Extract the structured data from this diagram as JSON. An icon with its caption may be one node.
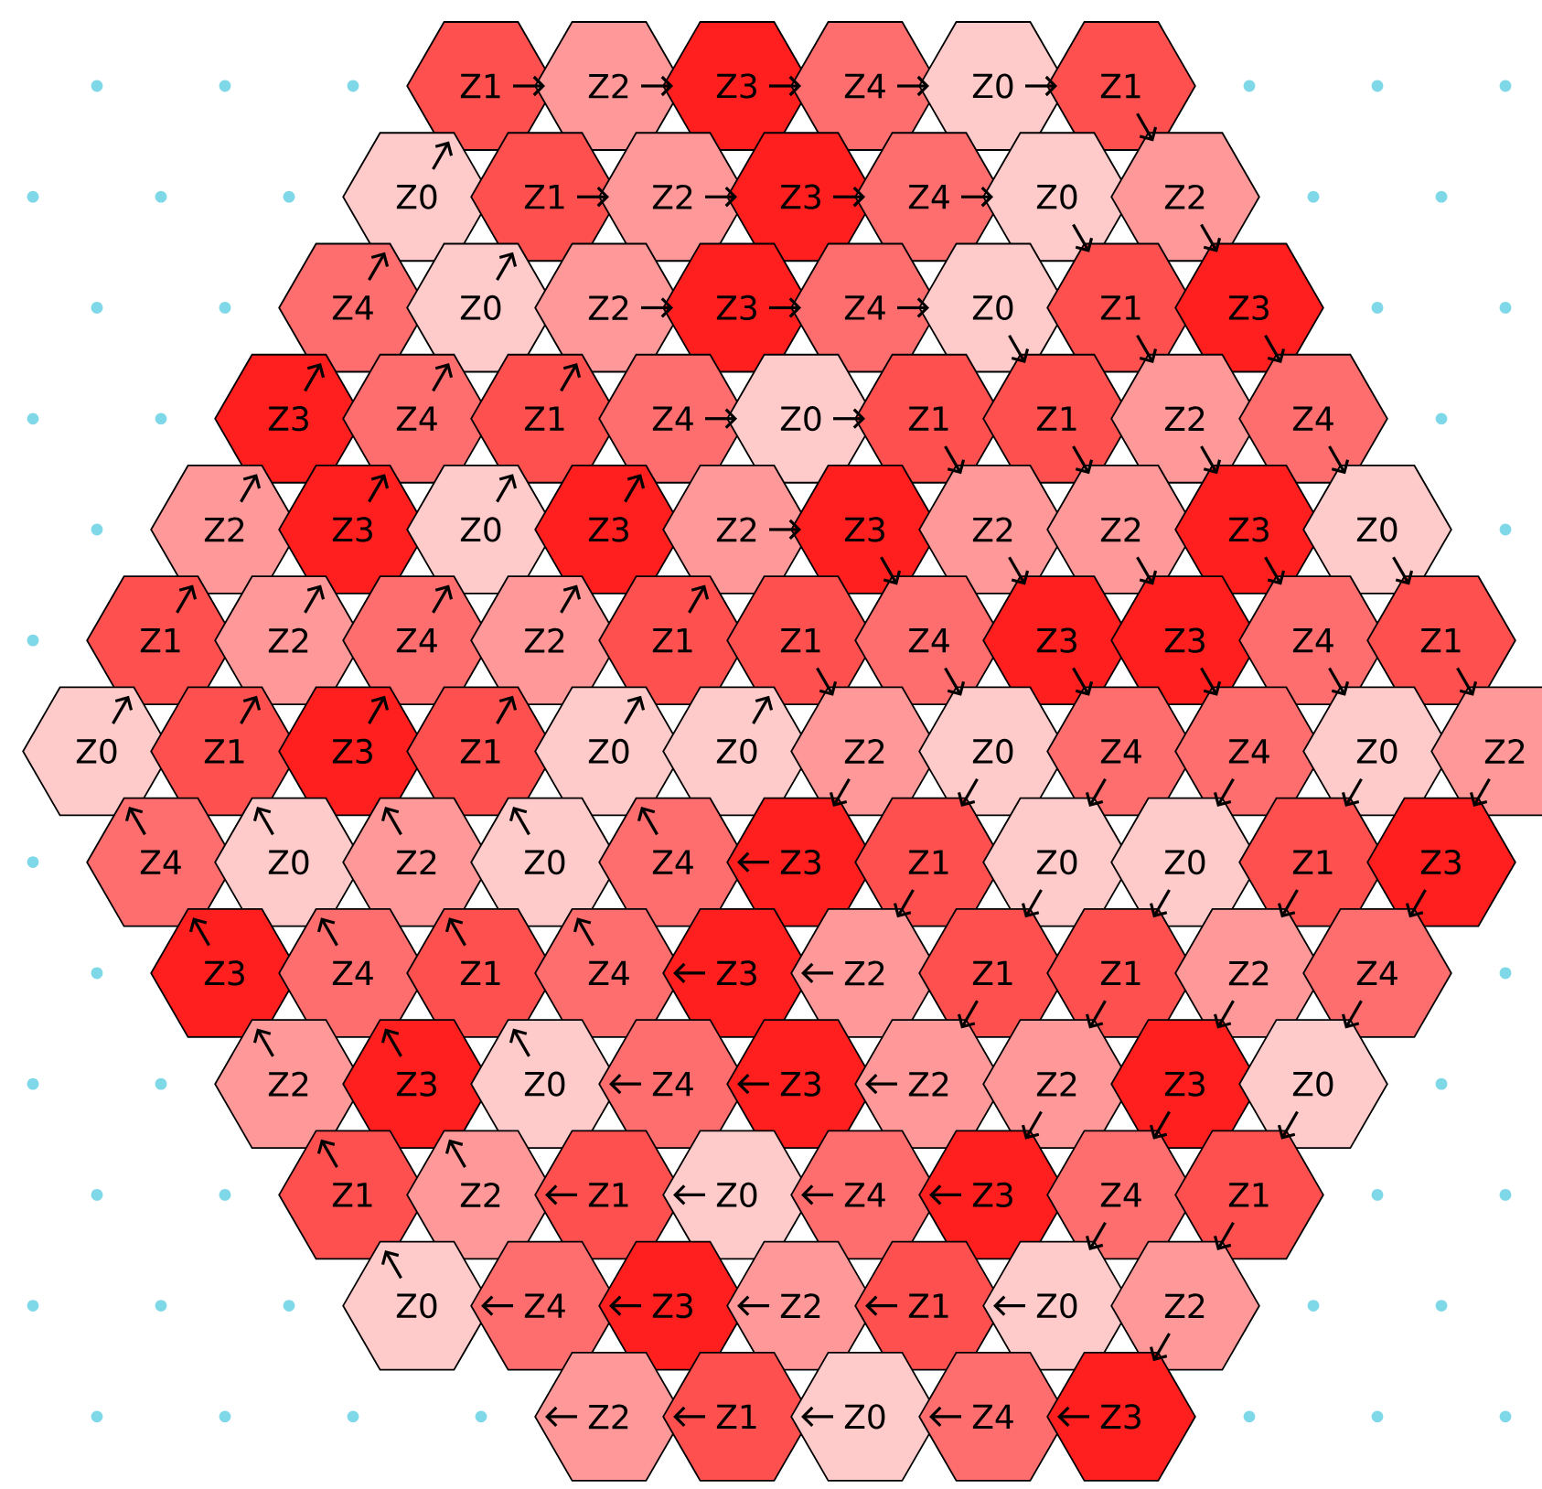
{
  "diagram": {
    "nodes": [
      {
        "text": [
          "Z1"
        ]
      },
      {
        "text": [
          "Z2"
        ]
      },
      {
        "text": [
          "Z3"
        ]
      },
      {
        "text": [
          "Z4"
        ]
      },
      {
        "text": [
          "Z0"
        ]
      },
      {
        "text": [
          "Z1"
        ]
      },
      {
        "text": [
          "Z0"
        ]
      },
      {
        "text": [
          "Z1"
        ]
      },
      {
        "text": [
          "Z2"
        ]
      },
      {
        "text": [
          "Z3"
        ]
      },
      {
        "text": [
          "Z4"
        ]
      },
      {
        "text": [
          "Z0"
        ]
      },
      {
        "text": [
          "Z2"
        ]
      },
      {
        "text": [
          "Z4"
        ]
      },
      {
        "text": [
          "Z0"
        ]
      },
      {
        "text": [
          "Z2"
        ]
      },
      {
        "text": [
          "Z3"
        ]
      },
      {
        "text": [
          "Z4"
        ]
      },
      {
        "text": [
          "Z0"
        ]
      },
      {
        "text": [
          "Z1"
        ]
      },
      {
        "text": [
          "Z3"
        ]
      },
      {
        "text": [
          "Z3"
        ]
      },
      {
        "text": [
          "Z4"
        ]
      },
      {
        "text": [
          "Z1"
        ]
      },
      {
        "text": [
          "Z4"
        ]
      },
      {
        "text": [
          "Z0"
        ]
      },
      {
        "text": [
          "Z1"
        ]
      },
      {
        "text": [
          "Z1"
        ]
      },
      {
        "text": [
          "Z2"
        ]
      },
      {
        "text": [
          "Z4"
        ]
      },
      {
        "text": [
          "Z2"
        ]
      },
      {
        "text": [
          "Z3"
        ]
      },
      {
        "text": [
          "Z0"
        ]
      },
      {
        "text": [
          "Z3"
        ]
      },
      {
        "text": [
          "Z2"
        ]
      },
      {
        "text": [
          "Z3"
        ]
      },
      {
        "text": [
          "Z2"
        ]
      },
      {
        "text": [
          "Z2"
        ]
      },
      {
        "text": [
          "Z3"
        ]
      },
      {
        "text": [
          "Z0"
        ]
      },
      {
        "text": [
          "Z1"
        ]
      },
      {
        "text": [
          "Z2"
        ]
      },
      {
        "text": [
          "Z4"
        ]
      },
      {
        "text": [
          "Z2"
        ]
      },
      {
        "text": [
          "Z1"
        ]
      },
      {
        "text": [
          "Z1"
        ]
      },
      {
        "text": [
          "Z4"
        ]
      },
      {
        "text": [
          "Z3"
        ]
      },
      {
        "text": [
          "Z3"
        ]
      },
      {
        "text": [
          "Z4"
        ]
      },
      {
        "text": [
          "Z1"
        ]
      },
      {
        "text": [
          "Z0"
        ]
      },
      {
        "text": [
          "Z1"
        ]
      },
      {
        "text": [
          "Z3"
        ]
      },
      {
        "text": [
          "Z1"
        ]
      },
      {
        "text": [
          "Z0"
        ]
      },
      {
        "text": [
          "Z0"
        ]
      },
      {
        "text": [
          "Z2"
        ]
      },
      {
        "text": [
          "Z0"
        ]
      },
      {
        "text": [
          "Z4"
        ]
      },
      {
        "text": [
          "Z4"
        ]
      },
      {
        "text": [
          "Z0"
        ]
      },
      {
        "text": [
          "Z2"
        ]
      },
      {
        "text": [
          "Z4"
        ]
      },
      {
        "text": [
          "Z0"
        ]
      },
      {
        "text": [
          "Z2"
        ]
      },
      {
        "text": [
          "Z0"
        ]
      },
      {
        "text": [
          "Z4"
        ]
      },
      {
        "text": [
          "Z3"
        ]
      },
      {
        "text": [
          "Z1"
        ]
      },
      {
        "text": [
          "Z0"
        ]
      },
      {
        "text": [
          "Z0"
        ]
      },
      {
        "text": [
          "Z1"
        ]
      },
      {
        "text": [
          "Z3"
        ]
      },
      {
        "text": [
          "Z3"
        ]
      },
      {
        "text": [
          "Z4"
        ]
      },
      {
        "text": [
          "Z1"
        ]
      },
      {
        "text": [
          "Z4"
        ]
      },
      {
        "text": [
          "Z3"
        ]
      },
      {
        "text": [
          "Z2"
        ]
      },
      {
        "text": [
          "Z1"
        ]
      },
      {
        "text": [
          "Z1"
        ]
      },
      {
        "text": [
          "Z2"
        ]
      },
      {
        "text": [
          "Z4"
        ]
      },
      {
        "text": [
          "Z2"
        ]
      },
      {
        "text": [
          "Z3"
        ]
      },
      {
        "text": [
          "Z0"
        ]
      },
      {
        "text": [
          "Z4"
        ]
      },
      {
        "text": [
          "Z3"
        ]
      },
      {
        "text": [
          "Z2"
        ]
      },
      {
        "text": [
          "Z2"
        ]
      },
      {
        "text": [
          "Z3"
        ]
      },
      {
        "text": [
          "Z0"
        ]
      },
      {
        "text": [
          "Z1"
        ]
      },
      {
        "text": [
          "Z2"
        ]
      },
      {
        "text": [
          "Z1"
        ]
      },
      {
        "text": [
          "Z0"
        ]
      },
      {
        "text": [
          "Z4"
        ]
      },
      {
        "text": [
          "Z3"
        ]
      },
      {
        "text": [
          "Z4"
        ]
      },
      {
        "text": [
          "Z1"
        ]
      },
      {
        "text": [
          "Z0"
        ]
      },
      {
        "text": [
          "Z4"
        ]
      },
      {
        "text": [
          "Z3"
        ]
      },
      {
        "text": [
          "Z2"
        ]
      },
      {
        "text": [
          "Z1"
        ]
      },
      {
        "text": [
          "Z0"
        ]
      },
      {
        "text": [
          "Z2"
        ]
      },
      {
        "text": [
          "Z2"
        ]
      },
      {
        "text": [
          "Z1"
        ]
      },
      {
        "text": [
          "Z0"
        ]
      },
      {
        "text": [
          "Z4"
        ]
      },
      {
        "text": [
          "Z3"
        ]
      }
    ],
    "edges": [
      {
        "from": 0,
        "to": 1,
        "arrow": "to"
      },
      {
        "from": 1,
        "to": 2,
        "arrow": "to"
      },
      {
        "from": 2,
        "to": 3,
        "arrow": "to"
      },
      {
        "from": 3,
        "to": 4,
        "arrow": "to"
      },
      {
        "from": 4,
        "to": 5,
        "arrow": "to"
      },
      {
        "from": 5,
        "to": 12,
        "arrow": "to"
      },
      {
        "from": 6,
        "to": 0,
        "arrow": "to"
      },
      {
        "from": 7,
        "to": 8,
        "arrow": "to"
      },
      {
        "from": 8,
        "to": 9,
        "arrow": "to"
      },
      {
        "from": 9,
        "to": 10,
        "arrow": "to"
      },
      {
        "from": 10,
        "to": 11,
        "arrow": "to"
      },
      {
        "from": 11,
        "to": 19,
        "arrow": "to"
      },
      {
        "from": 12,
        "to": 20,
        "arrow": "to"
      },
      {
        "from": 13,
        "to": 6,
        "arrow": "to"
      },
      {
        "from": 14,
        "to": 7,
        "arrow": "to"
      },
      {
        "from": 15,
        "to": 16,
        "arrow": "to"
      },
      {
        "from": 16,
        "to": 17,
        "arrow": "to"
      },
      {
        "from": 17,
        "to": 18,
        "arrow": "to"
      },
      {
        "from": 18,
        "to": 27,
        "arrow": "to"
      },
      {
        "from": 19,
        "to": 28,
        "arrow": "to"
      },
      {
        "from": 20,
        "to": 29,
        "arrow": "to"
      },
      {
        "from": 21,
        "to": 13,
        "arrow": "to"
      },
      {
        "from": 22,
        "to": 14,
        "arrow": "to"
      },
      {
        "from": 23,
        "to": 15,
        "arrow": "to"
      },
      {
        "from": 24,
        "to": 25,
        "arrow": "to"
      },
      {
        "from": 25,
        "to": 26,
        "arrow": "to"
      },
      {
        "from": 26,
        "to": 36,
        "arrow": "to"
      },
      {
        "from": 27,
        "to": 37,
        "arrow": "to"
      },
      {
        "from": 28,
        "to": 38,
        "arrow": "to"
      },
      {
        "from": 29,
        "to": 39,
        "arrow": "to"
      },
      {
        "from": 30,
        "to": 21,
        "arrow": "to"
      },
      {
        "from": 31,
        "to": 22,
        "arrow": "to"
      },
      {
        "from": 32,
        "to": 23,
        "arrow": "to"
      },
      {
        "from": 33,
        "to": 24,
        "arrow": "to"
      },
      {
        "from": 34,
        "to": 35,
        "arrow": "to"
      },
      {
        "from": 35,
        "to": 46,
        "arrow": "to"
      },
      {
        "from": 36,
        "to": 47,
        "arrow": "to"
      },
      {
        "from": 37,
        "to": 48,
        "arrow": "to"
      },
      {
        "from": 38,
        "to": 49,
        "arrow": "to"
      },
      {
        "from": 39,
        "to": 50,
        "arrow": "to"
      },
      {
        "from": 40,
        "to": 30,
        "arrow": "to"
      },
      {
        "from": 41,
        "to": 31,
        "arrow": "to"
      },
      {
        "from": 42,
        "to": 32,
        "arrow": "to"
      },
      {
        "from": 43,
        "to": 33,
        "arrow": "to"
      },
      {
        "from": 44,
        "to": 34,
        "arrow": "to"
      },
      {
        "from": 45,
        "to": 57,
        "arrow": "to"
      },
      {
        "from": 46,
        "to": 58,
        "arrow": "to"
      },
      {
        "from": 47,
        "to": 59,
        "arrow": "to"
      },
      {
        "from": 48,
        "to": 60,
        "arrow": "to"
      },
      {
        "from": 49,
        "to": 61,
        "arrow": "to"
      },
      {
        "from": 50,
        "to": 62,
        "arrow": "to"
      },
      {
        "from": 51,
        "to": 40,
        "arrow": "to"
      },
      {
        "from": 52,
        "to": 41,
        "arrow": "to"
      },
      {
        "from": 53,
        "to": 42,
        "arrow": "to"
      },
      {
        "from": 54,
        "to": 43,
        "arrow": "to"
      },
      {
        "from": 55,
        "to": 44,
        "arrow": "to"
      },
      {
        "from": 56,
        "to": 45,
        "arrow": "to"
      },
      {
        "from": 57,
        "to": 68,
        "arrow": "to"
      },
      {
        "from": 58,
        "to": 69,
        "arrow": "to"
      },
      {
        "from": 59,
        "to": 70,
        "arrow": "to"
      },
      {
        "from": 60,
        "to": 71,
        "arrow": "to"
      },
      {
        "from": 61,
        "to": 72,
        "arrow": "to"
      },
      {
        "from": 62,
        "to": 73,
        "arrow": "to"
      },
      {
        "from": 63,
        "to": 51,
        "arrow": "to"
      },
      {
        "from": 64,
        "to": 52,
        "arrow": "to"
      },
      {
        "from": 65,
        "to": 53,
        "arrow": "to"
      },
      {
        "from": 66,
        "to": 54,
        "arrow": "to"
      },
      {
        "from": 67,
        "to": 55,
        "arrow": "to"
      },
      {
        "from": 68,
        "to": 67,
        "arrow": "to"
      },
      {
        "from": 69,
        "to": 79,
        "arrow": "to"
      },
      {
        "from": 70,
        "to": 80,
        "arrow": "to"
      },
      {
        "from": 71,
        "to": 81,
        "arrow": "to"
      },
      {
        "from": 72,
        "to": 82,
        "arrow": "to"
      },
      {
        "from": 73,
        "to": 83,
        "arrow": "to"
      },
      {
        "from": 74,
        "to": 63,
        "arrow": "to"
      },
      {
        "from": 75,
        "to": 64,
        "arrow": "to"
      },
      {
        "from": 76,
        "to": 65,
        "arrow": "to"
      },
      {
        "from": 77,
        "to": 66,
        "arrow": "to"
      },
      {
        "from": 78,
        "to": 77,
        "arrow": "to"
      },
      {
        "from": 79,
        "to": 78,
        "arrow": "to"
      },
      {
        "from": 80,
        "to": 89,
        "arrow": "to"
      },
      {
        "from": 81,
        "to": 90,
        "arrow": "to"
      },
      {
        "from": 82,
        "to": 91,
        "arrow": "to"
      },
      {
        "from": 83,
        "to": 92,
        "arrow": "to"
      },
      {
        "from": 84,
        "to": 74,
        "arrow": "to"
      },
      {
        "from": 85,
        "to": 75,
        "arrow": "to"
      },
      {
        "from": 86,
        "to": 76,
        "arrow": "to"
      },
      {
        "from": 87,
        "to": 86,
        "arrow": "to"
      },
      {
        "from": 88,
        "to": 87,
        "arrow": "to"
      },
      {
        "from": 89,
        "to": 88,
        "arrow": "to"
      },
      {
        "from": 90,
        "to": 98,
        "arrow": "to"
      },
      {
        "from": 91,
        "to": 99,
        "arrow": "to"
      },
      {
        "from": 92,
        "to": 100,
        "arrow": "to"
      },
      {
        "from": 93,
        "to": 84,
        "arrow": "to"
      },
      {
        "from": 94,
        "to": 85,
        "arrow": "to"
      },
      {
        "from": 95,
        "to": 94,
        "arrow": "to"
      },
      {
        "from": 96,
        "to": 95,
        "arrow": "to"
      },
      {
        "from": 97,
        "to": 96,
        "arrow": "to"
      },
      {
        "from": 98,
        "to": 97,
        "arrow": "to"
      },
      {
        "from": 99,
        "to": 106,
        "arrow": "to"
      },
      {
        "from": 100,
        "to": 107,
        "arrow": "to"
      },
      {
        "from": 101,
        "to": 93,
        "arrow": "to"
      },
      {
        "from": 102,
        "to": 101,
        "arrow": "to"
      },
      {
        "from": 103,
        "to": 102,
        "arrow": "to"
      },
      {
        "from": 104,
        "to": 103,
        "arrow": "to"
      },
      {
        "from": 105,
        "to": 104,
        "arrow": "to"
      },
      {
        "from": 106,
        "to": 105,
        "arrow": "to"
      },
      {
        "from": 107,
        "to": 112,
        "arrow": "to"
      },
      {
        "from": 108,
        "to": null,
        "arrow": "to"
      },
      {
        "from": 109,
        "to": 108,
        "arrow": "to"
      },
      {
        "from": 110,
        "to": 109,
        "arrow": "to"
      },
      {
        "from": 111,
        "to": 110,
        "arrow": "to"
      },
      {
        "from": 112,
        "to": 111,
        "arrow": "to"
      }
    ]
  }
}
